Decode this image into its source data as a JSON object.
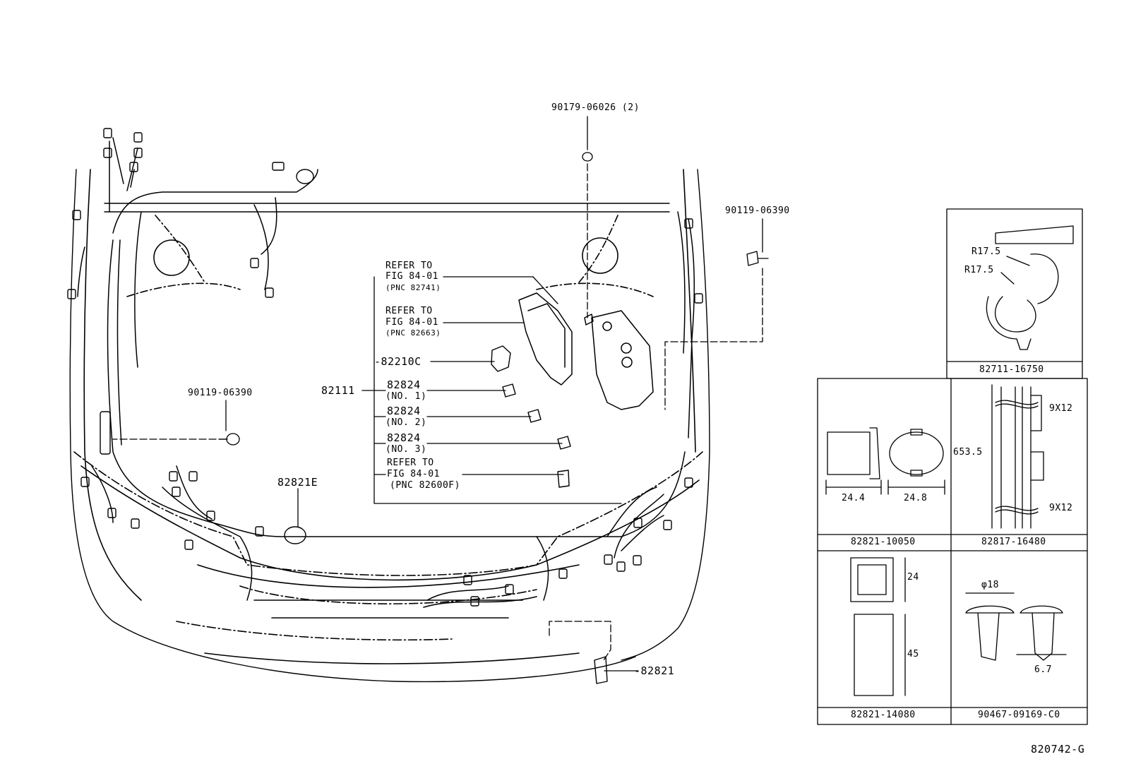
{
  "drawing": {
    "figure_code": "820742-G"
  },
  "callouts": {
    "bolt_top": "90179-06026 (2)",
    "screw_right": "90119-06390",
    "screw_left": "90119-06390",
    "harness": "82111",
    "wire_82210c": "-82210C",
    "connector_82821e": "82821E",
    "connector_82821": "-82821",
    "refer_1": [
      "REFER TO",
      "FIG 84-01",
      "(PNC 82741)"
    ],
    "refer_2": [
      "REFER TO",
      "FIG 84-01",
      "(PNC 82663)"
    ],
    "refer_3": [
      "REFER TO",
      "FIG 84-01",
      "(PNC 82600F)"
    ],
    "n1": [
      "82824",
      "(NO. 1)"
    ],
    "n2": [
      "82824",
      "(NO. 2)"
    ],
    "n3": [
      "82824",
      "(NO. 3)"
    ]
  },
  "details": {
    "box_82711": {
      "part_number": "82711-16750",
      "dims": [
        "R17.5",
        "R17.5"
      ]
    },
    "box_82821_10050": {
      "part_number": "82821-10050",
      "dims": [
        "24.4",
        "24.8"
      ]
    },
    "box_82817": {
      "part_number": "82817-16480",
      "dims": [
        "653.5",
        "9X12",
        "9X12"
      ]
    },
    "box_82821_14080": {
      "part_number": "82821-14080",
      "dims": [
        "24",
        "45"
      ]
    },
    "box_90467": {
      "part_number": "90467-09169-C0",
      "dims": [
        "φ18",
        "6.7"
      ]
    }
  }
}
